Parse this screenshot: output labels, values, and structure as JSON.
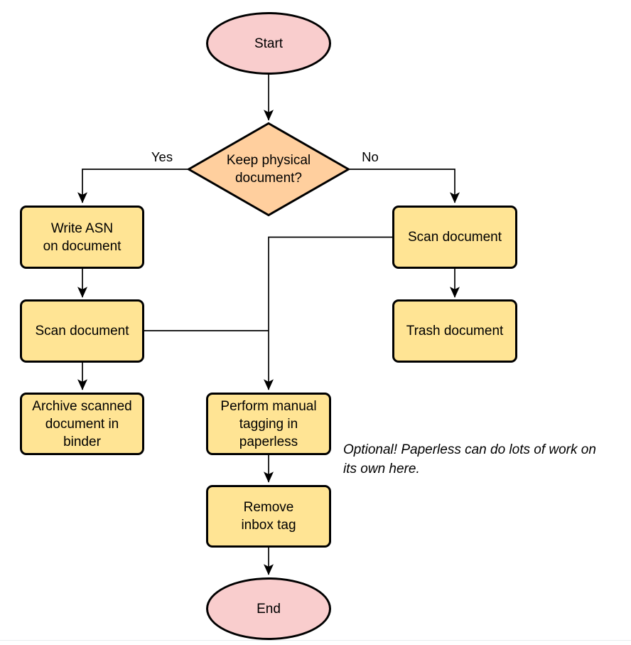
{
  "diagram": {
    "nodes": {
      "start": {
        "label": "Start",
        "shape": "terminator"
      },
      "decision": {
        "label": "Keep physical\ndocument?",
        "shape": "decision"
      },
      "write_asn": {
        "label": "Write ASN\non document",
        "shape": "process"
      },
      "scan_left": {
        "label": "Scan document",
        "shape": "process"
      },
      "archive": {
        "label": "Archive scanned\ndocument in\nbinder",
        "shape": "process"
      },
      "scan_right": {
        "label": "Scan document",
        "shape": "process"
      },
      "trash": {
        "label": "Trash document",
        "shape": "process"
      },
      "perform_tagging": {
        "label": "Perform manual\ntagging in\npaperless",
        "shape": "process"
      },
      "remove_inbox": {
        "label": "Remove\ninbox tag",
        "shape": "process"
      },
      "end": {
        "label": "End",
        "shape": "terminator"
      }
    },
    "edges": [
      {
        "from": "start",
        "to": "decision",
        "label": ""
      },
      {
        "from": "decision",
        "to": "write_asn",
        "label": "Yes"
      },
      {
        "from": "decision",
        "to": "scan_right",
        "label": "No"
      },
      {
        "from": "write_asn",
        "to": "scan_left",
        "label": ""
      },
      {
        "from": "scan_left",
        "to": "archive",
        "label": ""
      },
      {
        "from": "scan_right",
        "to": "trash",
        "label": ""
      },
      {
        "from": "scan_right",
        "to": "perform_tagging",
        "label": ""
      },
      {
        "from": "scan_left",
        "to": "perform_tagging",
        "label": ""
      },
      {
        "from": "perform_tagging",
        "to": "remove_inbox",
        "label": ""
      },
      {
        "from": "remove_inbox",
        "to": "end",
        "label": ""
      }
    ],
    "note": "Optional! Paperless can do lots of work on\nits own here."
  },
  "colors": {
    "terminator-fill": "#f9cdcd",
    "decision-fill": "#ffcf9e",
    "process-fill": "#ffe494",
    "line": "#000000",
    "text": "#000000",
    "bottom-divider": "#e8ecee"
  }
}
